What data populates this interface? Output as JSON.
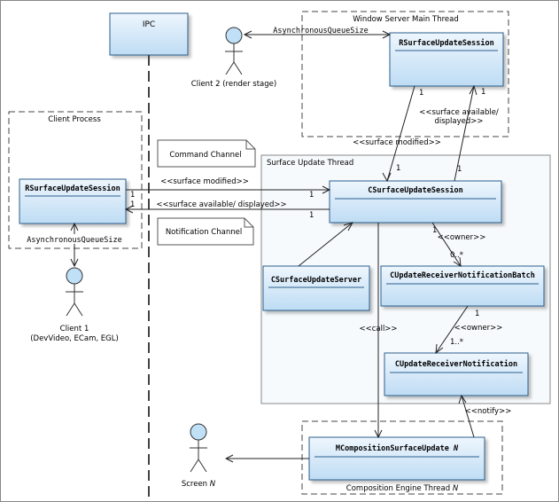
{
  "ipc": {
    "label": "IPC"
  },
  "window_server": {
    "title": "Window Server Main Thread"
  },
  "client_process": {
    "title": "Client Process"
  },
  "surface_update_thread": {
    "title": "Surface Update Thread"
  },
  "composition_engine": {
    "title_prefix": "Composition Engine Thread ",
    "title_var": "N"
  },
  "classes": {
    "rsus_server": "RSurfaceUpdateSession",
    "rsus_client": "RSurfaceUpdateSession",
    "csus": "CSurfaceUpdateSession",
    "server": "CSurfaceUpdateServer",
    "batch": "CUpdateReceiverNotificationBatch",
    "notification": "CUpdateReceiverNotification",
    "composition_prefix": "MCompositionSurfaceUpdate ",
    "composition_var": "N"
  },
  "actors": {
    "client2": {
      "label": "Client 2 (render stage)"
    },
    "client1": {
      "line1": "Client 1",
      "line2": "(DevVideo, ECam, EGL)"
    },
    "screen": {
      "prefix": "Screen ",
      "var": "N"
    }
  },
  "notes": {
    "command": "Command Channel",
    "notification": "Notification Channel"
  },
  "labels": {
    "async_queue_top": "AsynchronousQueueSize",
    "async_queue_client": "AsynchronousQueueSize",
    "surface_modified_top": "<<surface modified>>",
    "surface_available_top_1": "<<surface available/",
    "surface_available_top_2": "displayed>>",
    "surface_modified_client": "<<surface modified>>",
    "surface_available_client": "<<surface available/ displayed>>",
    "owner_1": "<<owner>>",
    "owner_2": "<<owner>>",
    "call": "<<call>>",
    "notify": "<<notify>>"
  },
  "multiplicities": {
    "rsus_down_1": "1",
    "csus_up_1": "1",
    "csus_up_2": "1",
    "rsus_up_1": "1",
    "client_cmd_left": "1",
    "client_cmd_right": "1",
    "client_notif_right": "1",
    "client_notif_left": "1",
    "owner_csus": "1",
    "owner_batch": "0..*",
    "owner2_batch": "1",
    "owner2_notif": "1..*"
  },
  "colors": {
    "class_fill_top": "#eef6fd",
    "class_fill_bottom": "#bedcf4",
    "class_border": "#2b5f8e",
    "actor_head": "#bfe0f6",
    "thread_bg": "#f7fafc"
  }
}
